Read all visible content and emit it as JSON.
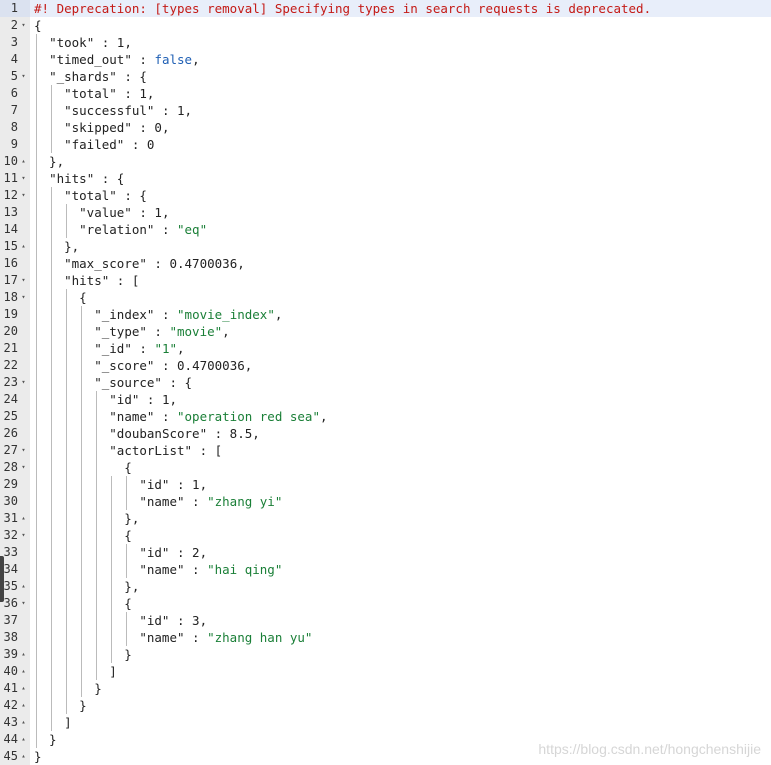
{
  "lines": [
    {
      "num": "1",
      "fold": "",
      "text": "#! Deprecation: [types removal] Specifying types in search requests is deprecated.",
      "warn": true
    },
    {
      "num": "2",
      "fold": "▾",
      "text": "{"
    },
    {
      "num": "3",
      "fold": "",
      "text": "  \"took\" : 1,"
    },
    {
      "num": "4",
      "fold": "",
      "text": "  \"timed_out\" : false,"
    },
    {
      "num": "5",
      "fold": "▾",
      "text": "  \"_shards\" : {"
    },
    {
      "num": "6",
      "fold": "",
      "text": "    \"total\" : 1,"
    },
    {
      "num": "7",
      "fold": "",
      "text": "    \"successful\" : 1,"
    },
    {
      "num": "8",
      "fold": "",
      "text": "    \"skipped\" : 0,"
    },
    {
      "num": "9",
      "fold": "",
      "text": "    \"failed\" : 0"
    },
    {
      "num": "10",
      "fold": "▴",
      "text": "  },"
    },
    {
      "num": "11",
      "fold": "▾",
      "text": "  \"hits\" : {"
    },
    {
      "num": "12",
      "fold": "▾",
      "text": "    \"total\" : {"
    },
    {
      "num": "13",
      "fold": "",
      "text": "      \"value\" : 1,"
    },
    {
      "num": "14",
      "fold": "",
      "text": "      \"relation\" : \"eq\""
    },
    {
      "num": "15",
      "fold": "▴",
      "text": "    },"
    },
    {
      "num": "16",
      "fold": "",
      "text": "    \"max_score\" : 0.4700036,"
    },
    {
      "num": "17",
      "fold": "▾",
      "text": "    \"hits\" : ["
    },
    {
      "num": "18",
      "fold": "▾",
      "text": "      {"
    },
    {
      "num": "19",
      "fold": "",
      "text": "        \"_index\" : \"movie_index\","
    },
    {
      "num": "20",
      "fold": "",
      "text": "        \"_type\" : \"movie\","
    },
    {
      "num": "21",
      "fold": "",
      "text": "        \"_id\" : \"1\","
    },
    {
      "num": "22",
      "fold": "",
      "text": "        \"_score\" : 0.4700036,"
    },
    {
      "num": "23",
      "fold": "▾",
      "text": "        \"_source\" : {"
    },
    {
      "num": "24",
      "fold": "",
      "text": "          \"id\" : 1,"
    },
    {
      "num": "25",
      "fold": "",
      "text": "          \"name\" : \"operation red sea\","
    },
    {
      "num": "26",
      "fold": "",
      "text": "          \"doubanScore\" : 8.5,"
    },
    {
      "num": "27",
      "fold": "▾",
      "text": "          \"actorList\" : ["
    },
    {
      "num": "28",
      "fold": "▾",
      "text": "            {"
    },
    {
      "num": "29",
      "fold": "",
      "text": "              \"id\" : 1,"
    },
    {
      "num": "30",
      "fold": "",
      "text": "              \"name\" : \"zhang yi\""
    },
    {
      "num": "31",
      "fold": "▴",
      "text": "            },"
    },
    {
      "num": "32",
      "fold": "▾",
      "text": "            {"
    },
    {
      "num": "33",
      "fold": "",
      "text": "              \"id\" : 2,"
    },
    {
      "num": "34",
      "fold": "",
      "text": "              \"name\" : \"hai qing\""
    },
    {
      "num": "35",
      "fold": "▴",
      "text": "            },"
    },
    {
      "num": "36",
      "fold": "▾",
      "text": "            {"
    },
    {
      "num": "37",
      "fold": "",
      "text": "              \"id\" : 3,"
    },
    {
      "num": "38",
      "fold": "",
      "text": "              \"name\" : \"zhang han yu\""
    },
    {
      "num": "39",
      "fold": "▴",
      "text": "            }"
    },
    {
      "num": "40",
      "fold": "▴",
      "text": "          ]"
    },
    {
      "num": "41",
      "fold": "▴",
      "text": "        }"
    },
    {
      "num": "42",
      "fold": "▴",
      "text": "      }"
    },
    {
      "num": "43",
      "fold": "▴",
      "text": "    ]"
    },
    {
      "num": "44",
      "fold": "▴",
      "text": "  }"
    },
    {
      "num": "45",
      "fold": "▴",
      "text": "}"
    }
  ],
  "watermark": "https://blog.csdn.net/hongchenshijie",
  "colors": {
    "string": "#1a7f37",
    "boolean": "#1f5fb4",
    "warning": "#c41a16",
    "gutter": "#ebebeb",
    "active_line": "#e8eefa"
  }
}
